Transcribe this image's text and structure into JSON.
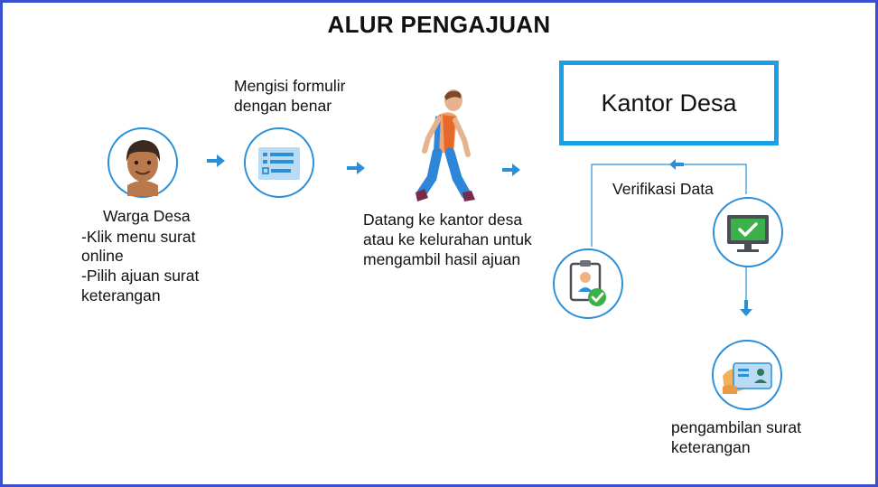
{
  "title": "ALUR PENGAJUAN",
  "step1": {
    "name": "Warga Desa",
    "line1": "-Klik menu surat",
    "line2": "online",
    "line3": "-Pilih ajuan surat",
    "line4": "keterangan"
  },
  "step2": {
    "line1": "Mengisi formulir",
    "line2": "dengan benar"
  },
  "step3": {
    "line1": "Datang ke kantor desa",
    "line2": "atau ke kelurahan untuk",
    "line3": "mengambil hasil ajuan"
  },
  "office": {
    "label": "Kantor Desa"
  },
  "verify": {
    "label": "Verifikasi Data"
  },
  "pickup": {
    "line1": "pengambilan surat",
    "line2": "keterangan"
  },
  "icons": {
    "person": "person-face-icon",
    "form": "form-document-icon",
    "walker": "walking-man-icon",
    "monitor": "monitor-check-icon",
    "badge": "id-badge-check-icon",
    "card": "id-card-hand-icon"
  },
  "colors": {
    "frame": "#3a4fd0",
    "accent": "#2b8fd8",
    "office_border": "#1aa0e6",
    "check": "#3cb04a"
  }
}
